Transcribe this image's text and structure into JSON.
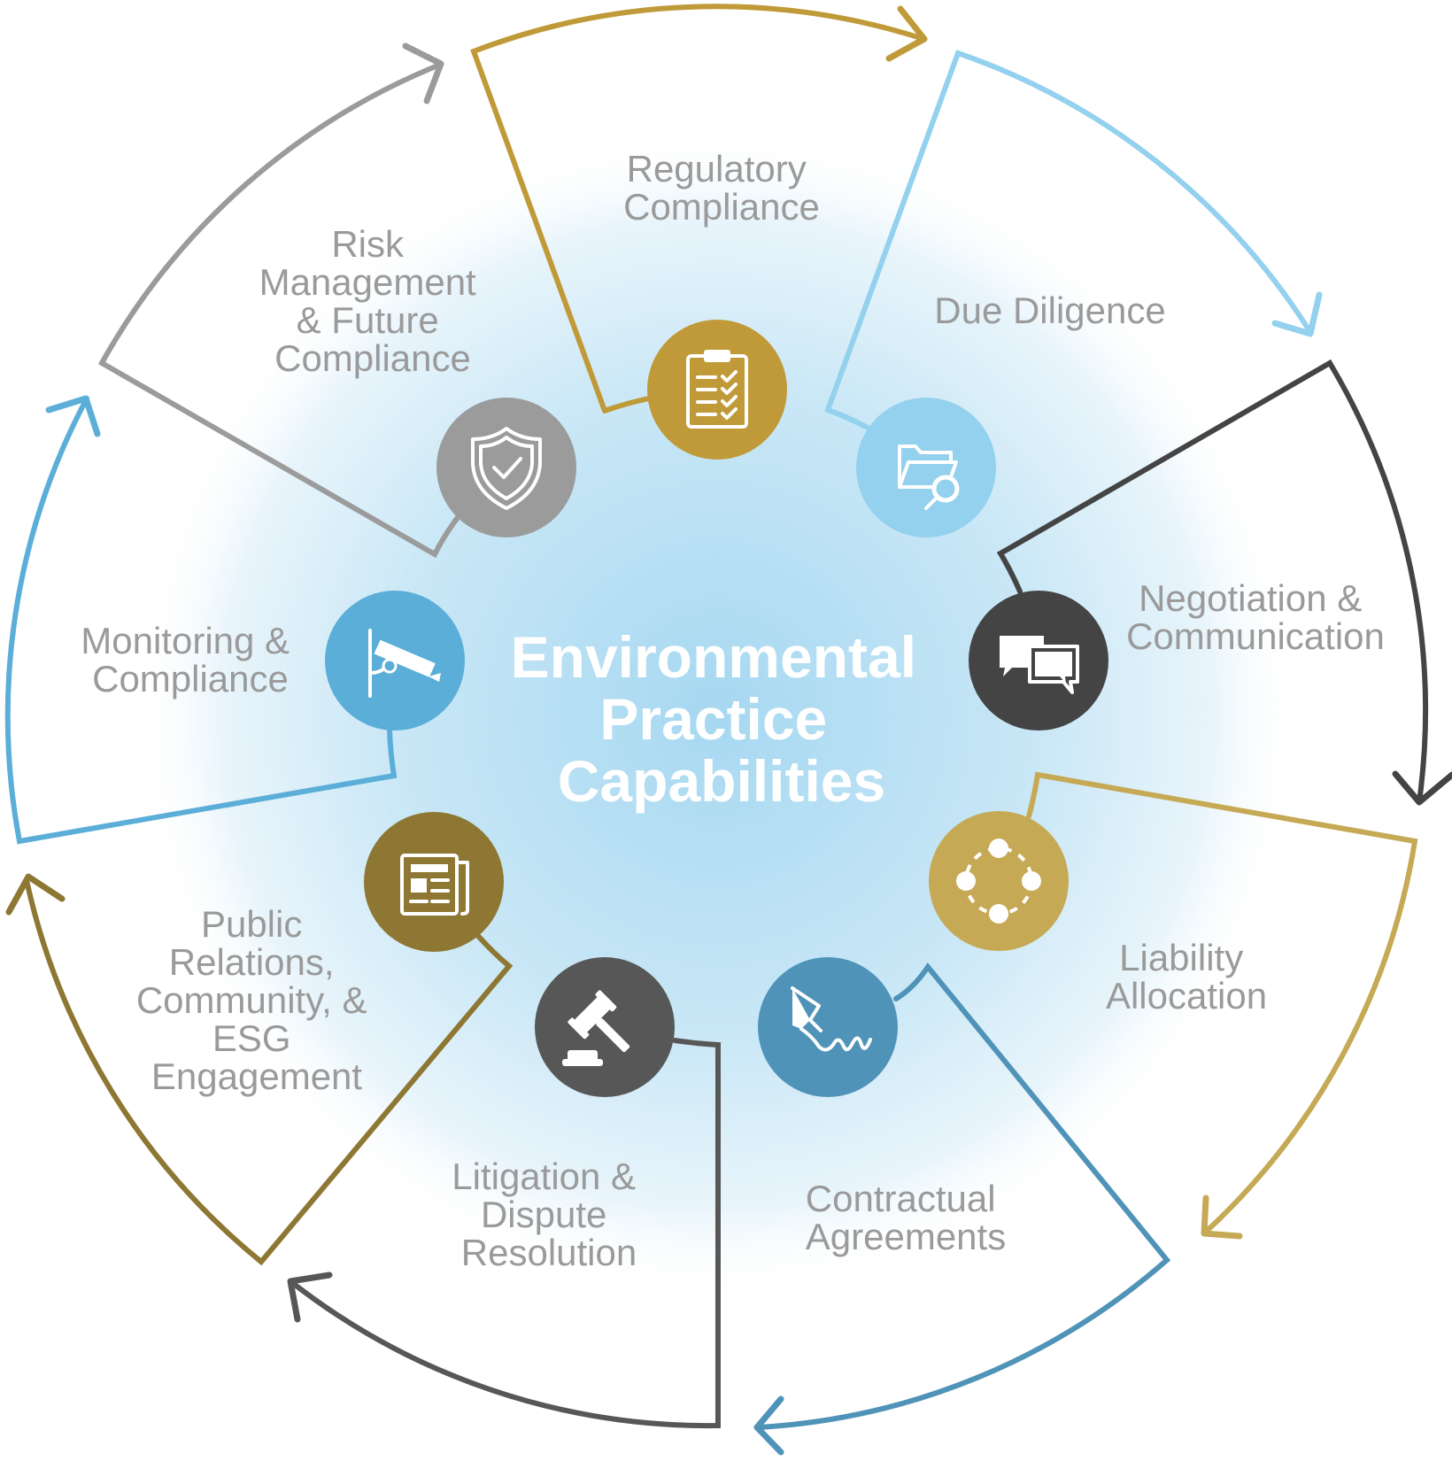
{
  "center": {
    "lines": [
      "Environmental",
      "Practice",
      "Capabilities"
    ]
  },
  "segments": [
    {
      "id": "regulatory",
      "lines": [
        "Regulatory",
        "Compliance"
      ],
      "color": "#c09a38",
      "icon": "clipboard-checklist-icon"
    },
    {
      "id": "due-diligence",
      "lines": [
        "Due Diligence"
      ],
      "color": "#93d1ee",
      "icon": "folder-search-icon"
    },
    {
      "id": "negotiation",
      "lines": [
        "Negotiation &",
        "Communication"
      ],
      "color": "#444444",
      "icon": "chat-bubbles-icon"
    },
    {
      "id": "liability",
      "lines": [
        "Liability",
        "Allocation"
      ],
      "color": "#c6a955",
      "icon": "distribution-circle-icon"
    },
    {
      "id": "contractual",
      "lines": [
        "Contractual",
        "Agreements"
      ],
      "color": "#4f93b8",
      "icon": "pen-signature-icon"
    },
    {
      "id": "litigation",
      "lines": [
        "Litigation &",
        "Dispute",
        "Resolution"
      ],
      "color": "#575757",
      "icon": "gavel-icon"
    },
    {
      "id": "public-relations",
      "lines": [
        "Public",
        "Relations,",
        "Community, &",
        "ESG",
        "Engagement"
      ],
      "color": "#8d7733",
      "icon": "newspaper-icon"
    },
    {
      "id": "monitoring",
      "lines": [
        "Monitoring &",
        "Compliance"
      ],
      "color": "#5baed8",
      "icon": "security-camera-icon"
    },
    {
      "id": "risk",
      "lines": [
        "Risk",
        "Management",
        "& Future",
        "Compliance"
      ],
      "color": "#9b9b9b",
      "icon": "shield-check-icon"
    }
  ]
}
